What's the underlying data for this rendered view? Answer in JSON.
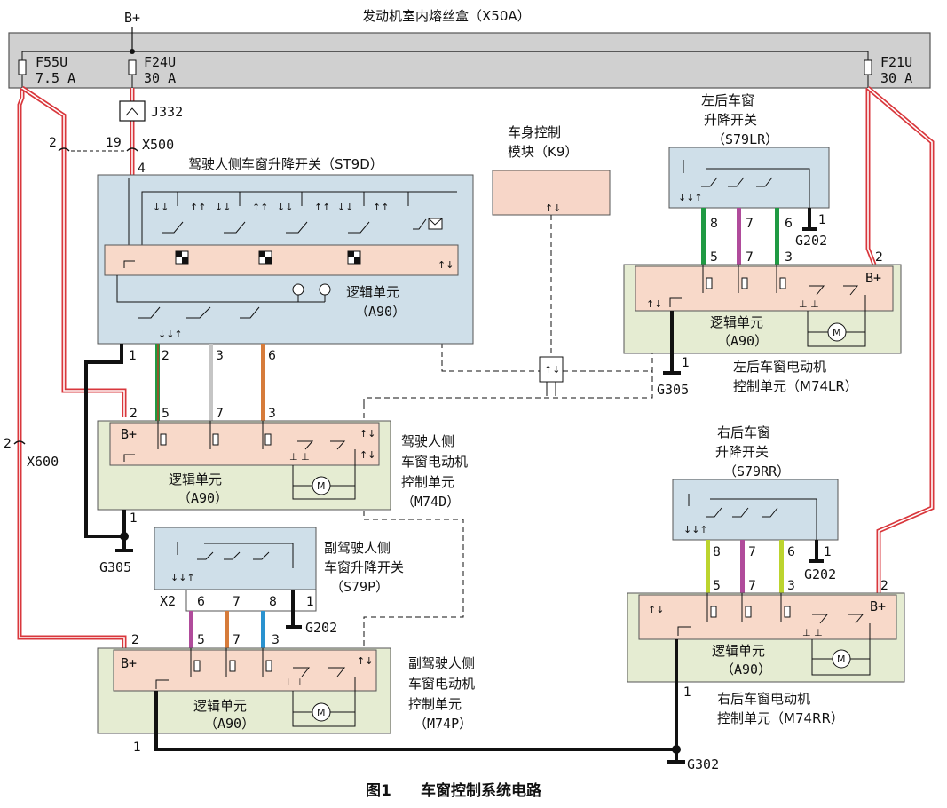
{
  "fuse_box": {
    "title": "发动机室内熔丝盒（X50A）",
    "supply": "B+"
  },
  "fuses": [
    {
      "name": "F55U",
      "rating": "7.5 A"
    },
    {
      "name": "F24U",
      "rating": "30 A"
    },
    {
      "name": "F21U",
      "rating": "30 A"
    }
  ],
  "relay": "J332",
  "connectors": {
    "x500": "X500",
    "x500_pin_a": "2",
    "x500_pin_b": "19",
    "x500_pin_c": "4",
    "x600": "X600",
    "x600_pin": "2",
    "x2": "X2"
  },
  "grounds": {
    "g305": "G305",
    "g202": "G202",
    "g302": "G302"
  },
  "bcm": {
    "line1": "车身控制",
    "line2": "模块（K9）"
  },
  "st9d": {
    "title": "驾驶人侧车窗升降开关（ST9D）",
    "logic": "逻辑单元",
    "logic_code": "（A90）"
  },
  "m74d": {
    "line1": "驾驶人侧",
    "line2": "车窗电动机",
    "line3": "控制单元",
    "code": "（M74D）",
    "logic": "逻辑单元",
    "logic_code": "（A90）",
    "bplus": "B+"
  },
  "s79p": {
    "line1": "副驾驶人侧",
    "line2": "车窗升降开关",
    "code": "（S79P）"
  },
  "m74p": {
    "line1": "副驾驶人侧",
    "line2": "车窗电动机",
    "line3": "控制单元",
    "code": "（M74P）",
    "logic": "逻辑单元",
    "logic_code": "（A90）",
    "bplus": "B+"
  },
  "s79lr": {
    "line1": "左后车窗",
    "line2": "升降开关",
    "code": "（S79LR）"
  },
  "m74lr": {
    "line1": "左后车窗电动机",
    "line2": "控制单元（M74LR）",
    "logic": "逻辑单元",
    "logic_code": "（A90）",
    "bplus": "B+"
  },
  "s79rr": {
    "line1": "右后车窗",
    "line2": "升降开关",
    "code": "（S79RR）"
  },
  "m74rr": {
    "line1": "右后车窗电动机",
    "line2": "控制单元（M74RR）",
    "logic": "逻辑单元",
    "logic_code": "（A90）",
    "bplus": "B+"
  },
  "pins": {
    "st9d": [
      "1",
      "2",
      "3",
      "6"
    ],
    "m74d": [
      "2",
      "5",
      "7",
      "3",
      "1"
    ],
    "s79p": [
      "6",
      "7",
      "8",
      "1"
    ],
    "m74p": [
      "2",
      "5",
      "7",
      "3",
      "1"
    ],
    "s79lr": [
      "8",
      "7",
      "6",
      "1"
    ],
    "m74lr": [
      "5",
      "7",
      "3",
      "2",
      "1"
    ],
    "s79rr": [
      "8",
      "7",
      "6",
      "1"
    ],
    "m74rr": [
      "5",
      "7",
      "3",
      "2",
      "1"
    ]
  },
  "motor": "M",
  "figure": {
    "number": "图1",
    "caption": "车窗控制系统电路"
  },
  "colors": {
    "harness_box": "#cfdfe9",
    "logic_unit": "#f8d9c9",
    "module_box": "#e5ecd2",
    "fuse_box": "#d0d0d0",
    "bcm_box": "#f7d6c8",
    "power_wire": "#d9373c",
    "wire_green": "#1f9a43",
    "wire_purple": "#b04b9b",
    "wire_orange": "#d67b3a",
    "wire_gray": "#c5c5c5",
    "wire_blue": "#2a92cf",
    "wire_lime": "#bcd42e",
    "wire_brown": "#8b5a2b"
  }
}
